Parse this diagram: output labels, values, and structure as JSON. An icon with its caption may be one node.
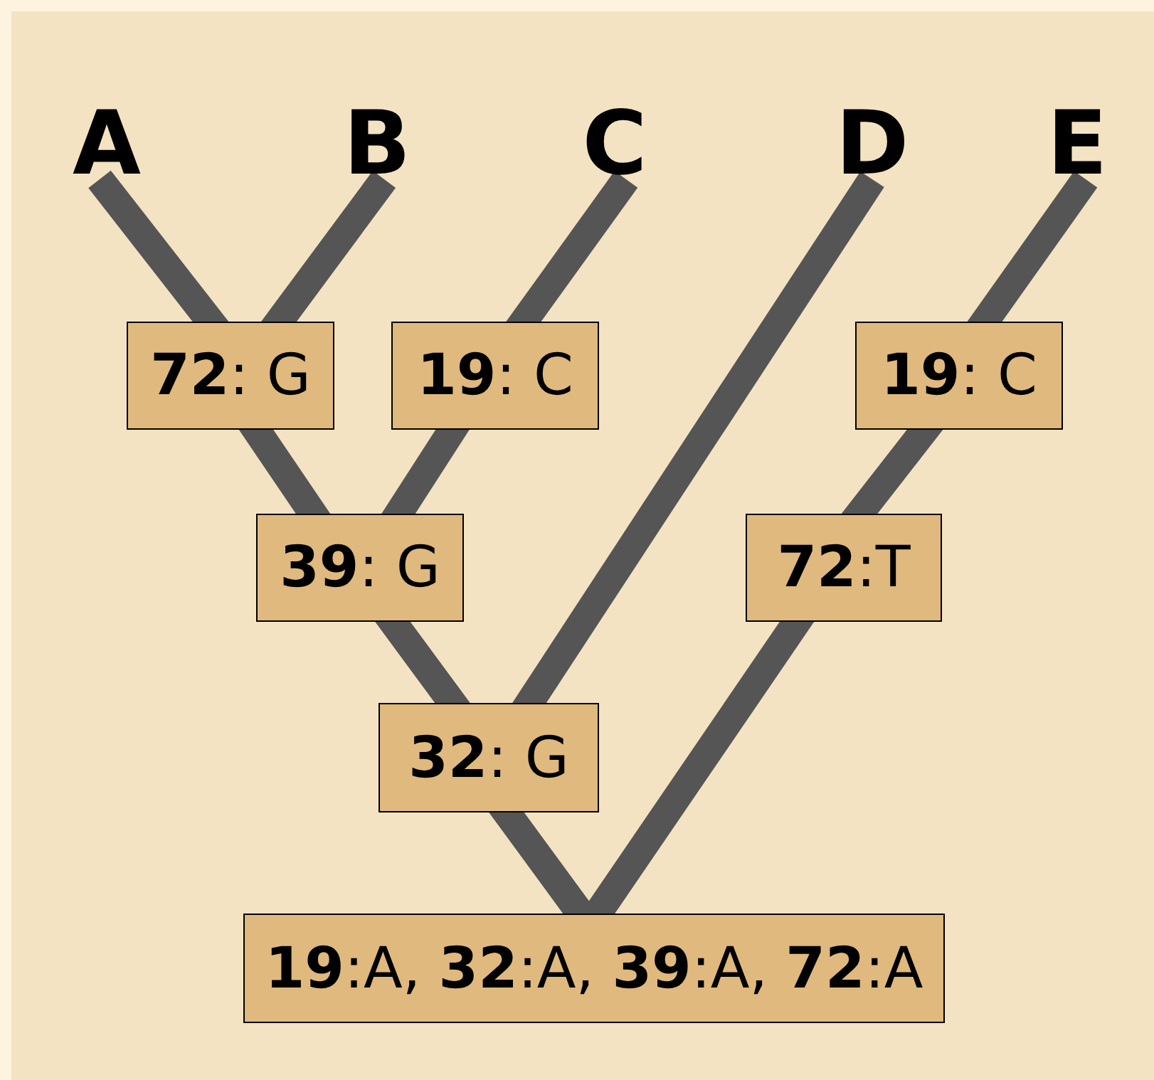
{
  "diagram": {
    "nodes": [
      {
        "text": [
          "A"
        ]
      },
      {
        "text": [
          "B"
        ]
      },
      {
        "text": [
          "C"
        ]
      },
      {
        "text": [
          "D"
        ]
      },
      {
        "text": [
          "E"
        ]
      },
      {
        "text": [
          "**72**: G"
        ]
      },
      {
        "text": [
          "**19**: C"
        ]
      },
      {
        "text": [
          "**19**: C"
        ]
      },
      {
        "text": [
          "**39**: G"
        ]
      },
      {
        "text": [
          "**72**:T"
        ]
      },
      {
        "text": [
          "**32**: G"
        ]
      },
      {
        "text": [
          "**19**:A, **32**:A, **39**:A, **72**:A"
        ]
      }
    ],
    "edges": [
      {
        "from": 0,
        "to": 5,
        "arrow": "none"
      },
      {
        "from": 1,
        "to": 5,
        "arrow": "none"
      },
      {
        "from": 2,
        "to": 6,
        "arrow": "none"
      },
      {
        "from": 6,
        "to": 8,
        "arrow": "none"
      },
      {
        "from": 5,
        "to": 8,
        "arrow": "none"
      },
      {
        "from": 8,
        "to": 10,
        "arrow": "none"
      },
      {
        "from": 3,
        "to": 10,
        "arrow": "none"
      },
      {
        "from": 10,
        "to": 11,
        "arrow": "none"
      },
      {
        "from": 4,
        "to": 7,
        "arrow": "none"
      },
      {
        "from": 7,
        "to": 9,
        "arrow": "none"
      },
      {
        "from": 9,
        "to": 11,
        "arrow": "none"
      }
    ]
  }
}
